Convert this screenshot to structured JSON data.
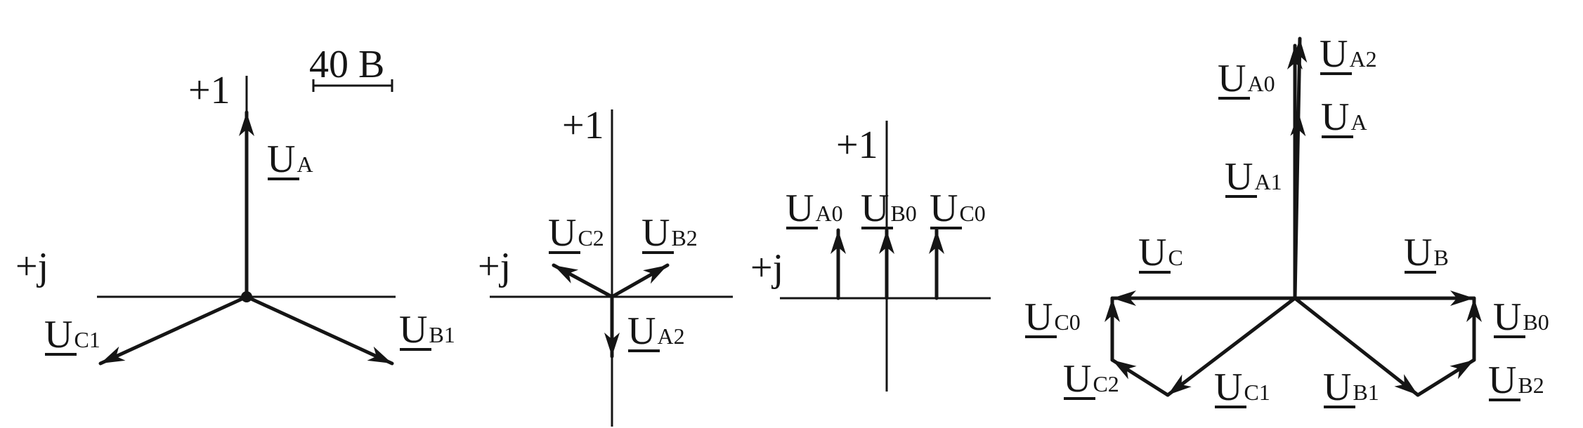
{
  "scale": {
    "label": "40 B"
  },
  "axes": {
    "real_label": "+1",
    "imag_label": "+j"
  },
  "diagrams": [
    {
      "name": "positive-sequence",
      "vectors": [
        {
          "main": "U",
          "sub": "A"
        },
        {
          "main": "U",
          "sub": "B1"
        },
        {
          "main": "U",
          "sub": "C1"
        }
      ]
    },
    {
      "name": "negative-sequence",
      "vectors": [
        {
          "main": "U",
          "sub": "A2"
        },
        {
          "main": "U",
          "sub": "B2"
        },
        {
          "main": "U",
          "sub": "C2"
        }
      ]
    },
    {
      "name": "zero-sequence",
      "vectors": [
        {
          "main": "U",
          "sub": "A0"
        },
        {
          "main": "U",
          "sub": "B0"
        },
        {
          "main": "U",
          "sub": "C0"
        }
      ]
    },
    {
      "name": "resultant",
      "vectors": [
        {
          "main": "U",
          "sub": "A0"
        },
        {
          "main": "U",
          "sub": "A2"
        },
        {
          "main": "U",
          "sub": "A"
        },
        {
          "main": "U",
          "sub": "A1"
        },
        {
          "main": "U",
          "sub": "C"
        },
        {
          "main": "U",
          "sub": "B"
        },
        {
          "main": "U",
          "sub": "C0"
        },
        {
          "main": "U",
          "sub": "B0"
        },
        {
          "main": "U",
          "sub": "C2"
        },
        {
          "main": "U",
          "sub": "C1"
        },
        {
          "main": "U",
          "sub": "B1"
        },
        {
          "main": "U",
          "sub": "B2"
        }
      ]
    }
  ]
}
